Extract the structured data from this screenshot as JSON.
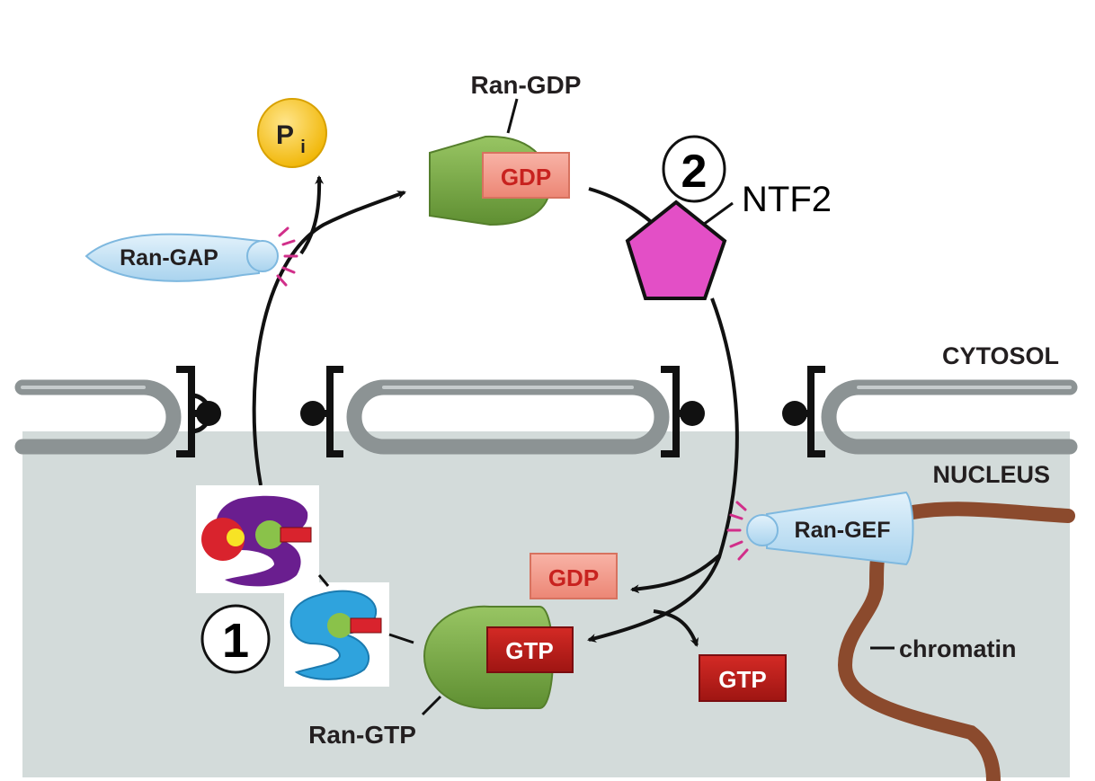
{
  "compartments": {
    "cytosol": "CYTOSOL",
    "nucleus": "NUCLEUS"
  },
  "molecules": {
    "ran_gdp": {
      "label": "Ran-GDP",
      "chip": "GDP"
    },
    "ran_gtp": {
      "label": "Ran-GTP",
      "chip": "GTP"
    },
    "ran_gap": "Ran-GAP",
    "ran_gef": "Ran-GEF",
    "pi": {
      "main": "P",
      "sub": "i"
    },
    "ntf2": "NTF2",
    "released_gdp": "GDP",
    "free_gtp": "GTP",
    "chromatin": "chromatin"
  },
  "step_markers": {
    "one": "1",
    "two": "2"
  },
  "colors": {
    "nucleus_fill": "#d3dbda",
    "membrane": "#8c9394",
    "ran_green": "#7aa948",
    "gtp_red": "#c8221f",
    "gdp_pink": "#f39a8c",
    "ntf2_magenta": "#e34fc6",
    "gap_blue": "#bfe0f4",
    "pi_yellow": "#f7c41c",
    "chromatin_brown": "#8b4a2d"
  }
}
